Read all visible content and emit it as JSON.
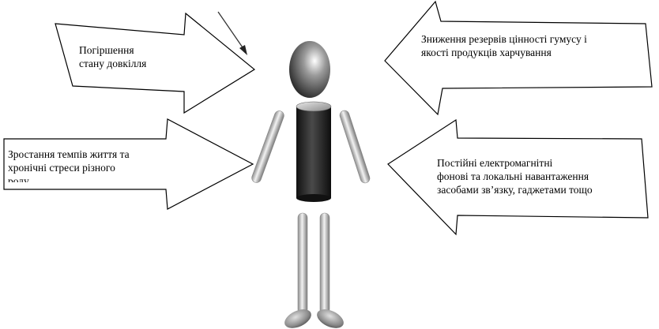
{
  "arrows": [
    {
      "id": "top-left",
      "lines": [
        "Погіршення",
        "стану довкілля"
      ]
    },
    {
      "id": "top-right",
      "lines": [
        "Зниження резервів цінності гумусу і",
        "якості продукців харчування"
      ]
    },
    {
      "id": "mid-left",
      "lines": [
        "Зростання темпів життя та",
        "хронічні стреси різного",
        "роду"
      ]
    },
    {
      "id": "bottom-right",
      "lines": [
        "Постійні електромагнітні",
        "фонові та локальні навантаження",
        "засобами зв’язку, гаджетами тощо"
      ]
    }
  ],
  "colors": {
    "outline": "#000000",
    "fill": "#ffffff",
    "body_dark": "#2a2a2a",
    "body_light": "#d9d9d9"
  }
}
